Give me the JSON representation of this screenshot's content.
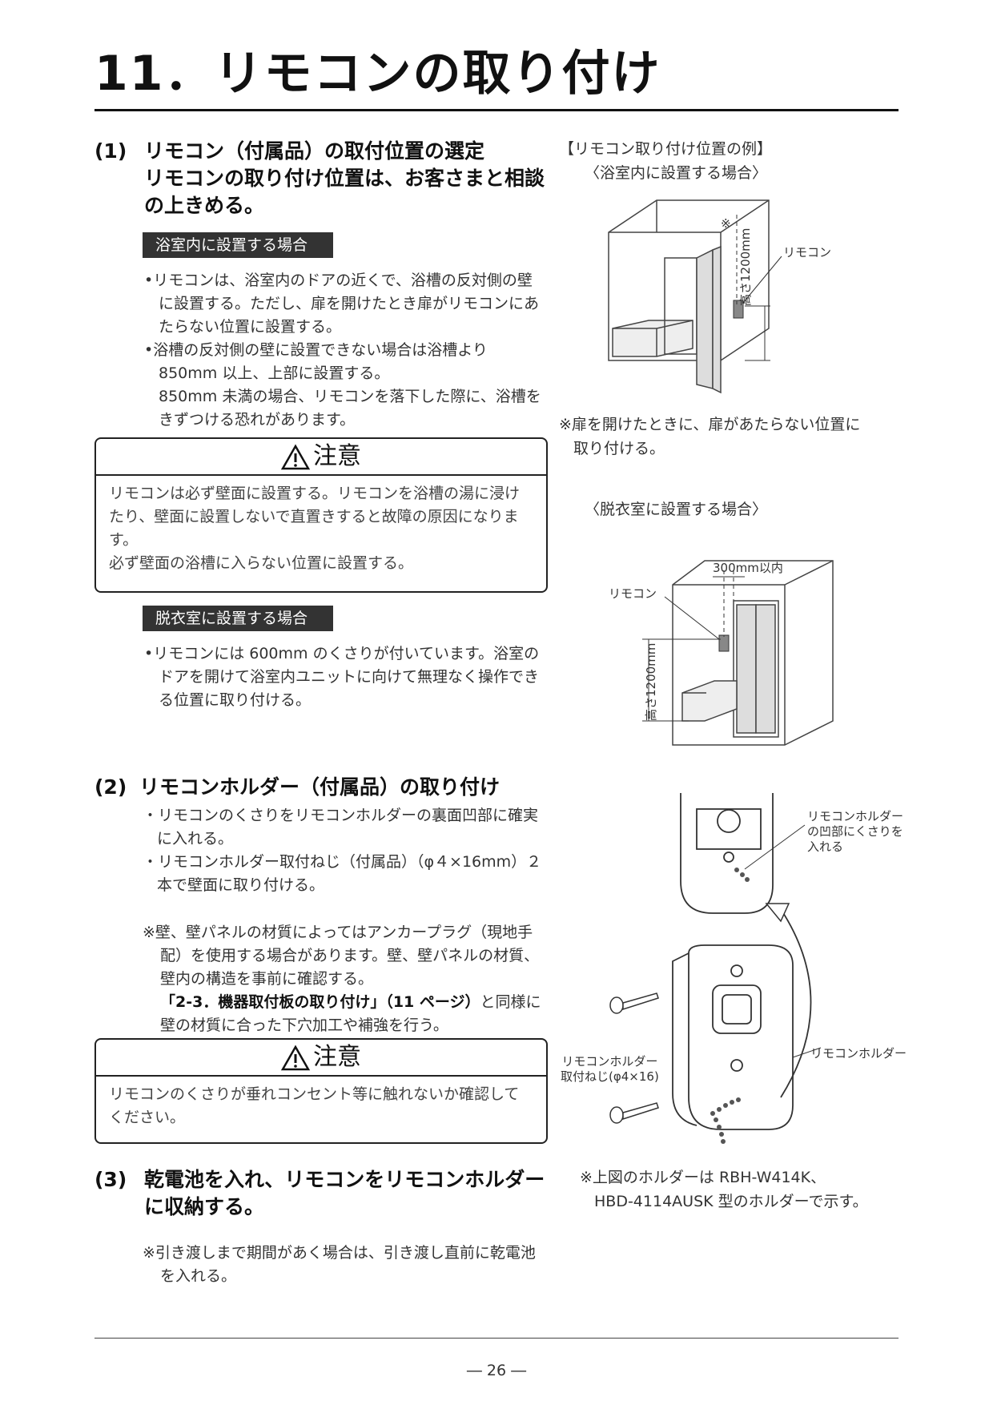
{
  "title": "11．リモコンの取り付け",
  "s1": {
    "num": "(1)",
    "line1": "リモコン（付属品）の取付位置の選定",
    "line2": "リモコンの取り付け位置は、お客さまと相談",
    "line3": "の上きめる。",
    "tag_bath": "浴室内に設置する場合",
    "bath_b1": "•リモコンは、浴室内のドアの近くで、浴槽の反対側の壁に設置する。ただし、扉を開けたとき扉がリモコンにあたらない位置に設置する。",
    "bath_b2": "•浴槽の反対側の壁に設置できない場合は浴槽より850mm 以上、上部に設置する。",
    "bath_b2b": "850mm 未満の場合、リモコンを落下した際に、浴槽をきずつける恐れがあります。",
    "caution_title": "注意",
    "caution_text1": "リモコンは必ず壁面に設置する。リモコンを浴槽の湯に浸けたり、壁面に設置しないで直置きすると故障の原因になります。",
    "caution_text2": "必ず壁面の浴槽に入らない位置に設置する。",
    "tag_dress": "脱衣室に設置する場合",
    "dress_b1": "•リモコンには 600mm のくさりが付いています。浴室のドアを開けて浴室内ユニットに向けて無理なく操作できる位置に取り付ける。"
  },
  "fig1": {
    "heading": "【リモコン取り付け位置の例】",
    "sub_bath": "〈浴室内に設置する場合〉",
    "mark": "※",
    "label_remocon": "リモコン",
    "height_label": "高さ1200mm",
    "note1": "※扉を開けたときに、扉があたらない位置に",
    "note2": "取り付ける。",
    "sub_dress": "〈脱衣室に設置する場合〉",
    "dist_label": "300mm以内",
    "label_remocon2": "リモコン",
    "height_label2": "高さ1200mm"
  },
  "s2": {
    "num": "(2)",
    "heading": "リモコンホルダー（付属品）の取り付け",
    "b1": "・リモコンのくさりをリモコンホルダーの裏面凹部に確実に入れる。",
    "b2": "・リモコンホルダー取付ねじ（付属品）（φ４×16mm）２本で壁面に取り付ける。",
    "note_a": "※壁、壁パネルの材質によってはアンカープラグ（現地手配）を使用する場合があります。壁、壁パネルの材質、壁内の構造を事前に確認する。",
    "note_ref": "「2-3．機器取付板の取り付け」（11 ページ）",
    "note_b": "と同様に壁の材質に合った下穴加工や補強を行う。",
    "caution_title": "注意",
    "caution_text": "リモコンのくさりが垂れコンセント等に触れないか確認してください。"
  },
  "fig2": {
    "label_chain1": "リモコンホルダー",
    "label_chain2": "の凹部にくさりを",
    "label_chain3": "入れる",
    "label_screw1": "リモコンホルダー",
    "label_screw2": "取付ねじ(φ4×16)",
    "label_holder": "リモコンホルダー",
    "note1": "※上図のホルダーは RBH-W414K、",
    "note2": "HBD-4114AUSK 型のホルダーで示す。"
  },
  "s3": {
    "num": "(3)",
    "line1": "乾電池を入れ、リモコンをリモコンホルダー",
    "line2": "に収納する。",
    "note": "※引き渡しまで期間があく場合は、引き渡し直前に乾電池を入れる。"
  },
  "page_number": "― 26 ―"
}
